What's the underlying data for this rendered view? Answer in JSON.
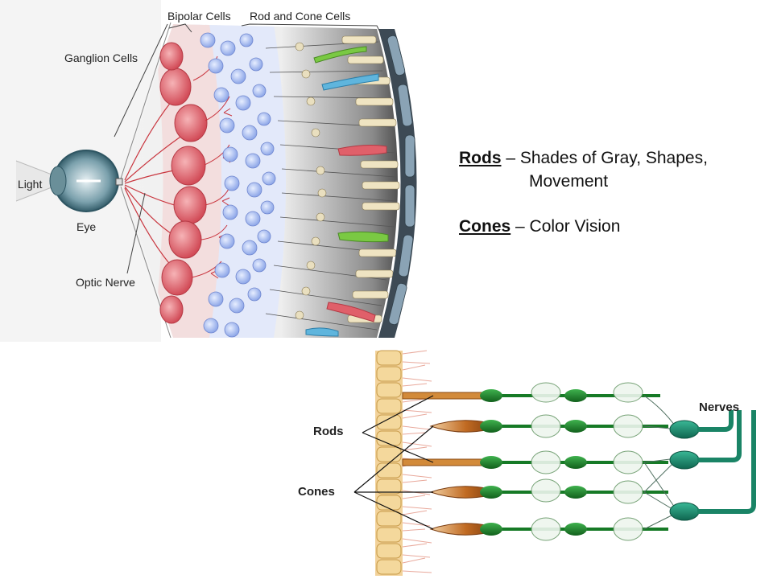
{
  "retina_figure": {
    "labels": {
      "bipolar": "Bipolar Cells",
      "rodcone": "Rod and Cone Cells",
      "ganglion": "Ganglion Cells",
      "light": "Light",
      "eye": "Eye",
      "optic": "Optic  Nerve"
    }
  },
  "notes": {
    "rods_term": "Rods",
    "rods_desc_line1": " – Shades of Gray, Shapes,",
    "rods_desc_line2": "Movement",
    "cones_term": "Cones",
    "cones_desc": " – Color Vision"
  },
  "photoreceptor_figure": {
    "labels": {
      "rods": "Rods",
      "cones": "Cones",
      "nerves": "Nerves"
    }
  },
  "colors": {
    "ganglion": "#d9545e",
    "bipolar": "#8fa6e6",
    "membrane": "#5b6b7a",
    "axon_green": "#1f8a2c",
    "cone_orange": "#b86420",
    "nerve_teal": "#1f8c6e"
  }
}
